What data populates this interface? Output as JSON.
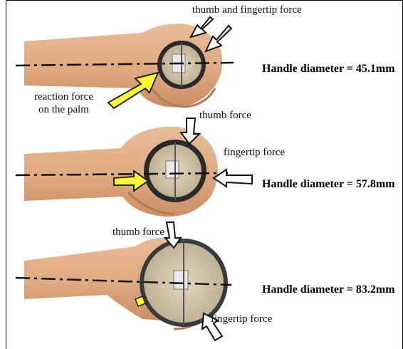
{
  "panels": [
    {
      "diameter_label": "Handle diameter = 45.1mm",
      "labels": [
        "thumb and fingertip force",
        "reaction force",
        "on the palm"
      ]
    },
    {
      "diameter_label": "Handle diameter = 57.8mm",
      "labels": [
        "thumb force",
        "fingertip force"
      ]
    },
    {
      "diameter_label": "Handle diameter = 83.2mm",
      "labels": [
        "thumb force",
        "fingertip force"
      ]
    }
  ],
  "colors": {
    "skin": "#d9a57f",
    "skin_shadow": "#b9805a",
    "arm": "#e4b48f",
    "handle_rim": "#2b2b2b",
    "handle_inner": "#d8cdb6",
    "reaction_arrow": "#ffff33"
  }
}
